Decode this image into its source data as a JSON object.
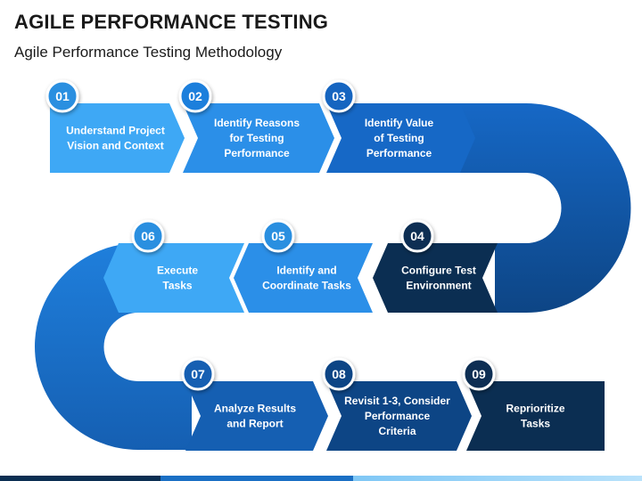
{
  "slide": {
    "title": "AGILE PERFORMANCE TESTING",
    "subtitle": "Agile Performance Testing Methodology"
  },
  "colors": {
    "light": "#3ea8f5",
    "mid": "#1f7fdc",
    "blue": "#155fb2",
    "dark": "#0d4585",
    "navy": "#0b2e52",
    "connector": "#0d5aa7",
    "badge_border": "#ffffff"
  },
  "steps": [
    {
      "num": "01",
      "lines": [
        "Understand Project",
        "Vision and Context"
      ],
      "color": "#3ea8f5",
      "badge": "#2b8fe0"
    },
    {
      "num": "02",
      "lines": [
        "Identify Reasons",
        "for Testing",
        "Performance"
      ],
      "color": "#2b8fe8",
      "badge": "#1f7fdc"
    },
    {
      "num": "03",
      "lines": [
        "Identify Value",
        "of Testing",
        "Performance"
      ],
      "color": "#1668c6",
      "badge": "#1565c0"
    },
    {
      "num": "04",
      "lines": [
        "Configure Test",
        "Environment"
      ],
      "color": "#0b2e52",
      "badge": "#0b2e52"
    },
    {
      "num": "05",
      "lines": [
        "Identify and",
        "Coordinate Tasks"
      ],
      "color": "#2b8fe8",
      "badge": "#2b8fe0"
    },
    {
      "num": "06",
      "lines": [
        "Execute",
        "Tasks"
      ],
      "color": "#3ea8f5",
      "badge": "#2b8fe0"
    },
    {
      "num": "07",
      "lines": [
        "Analyze Results",
        "and Report"
      ],
      "color": "#155fb2",
      "badge": "#155fb2"
    },
    {
      "num": "08",
      "lines": [
        "Revisit 1-3, Consider",
        "Performance",
        "Criteria"
      ],
      "color": "#0d4585",
      "badge": "#0d4585"
    },
    {
      "num": "09",
      "lines": [
        "Reprioritize",
        "Tasks"
      ],
      "color": "#0b2e52",
      "badge": "#0b2e52"
    }
  ]
}
